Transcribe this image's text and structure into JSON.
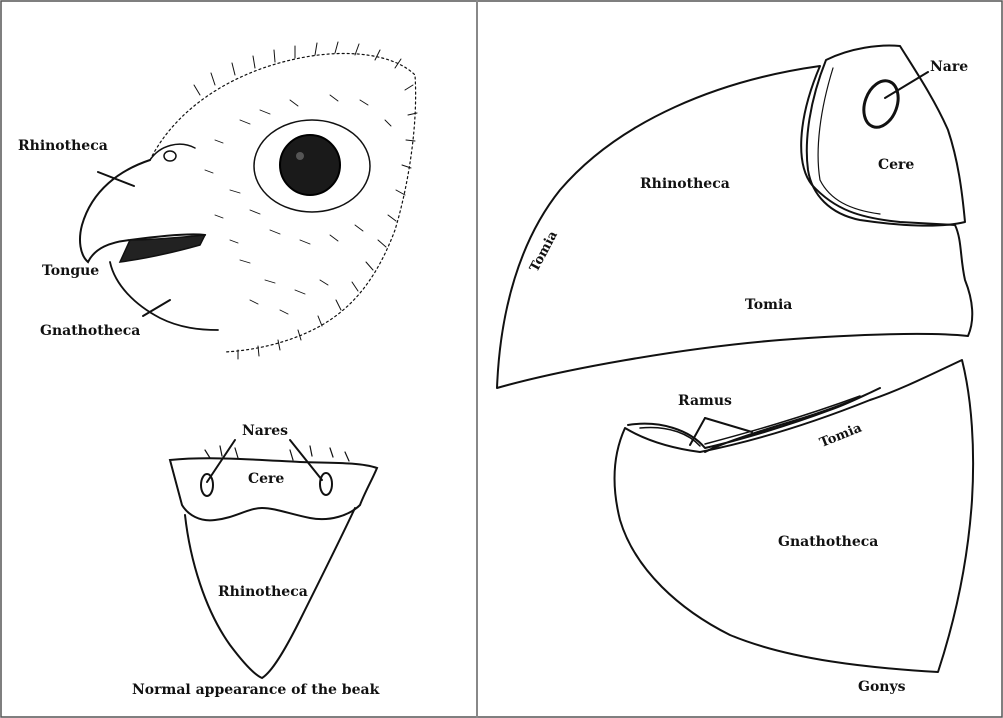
{
  "left_panel": {
    "head_labels": {
      "rhinotheca": "Rhinotheca",
      "tongue": "Tongue",
      "gnathotheca": "Gnathotheca"
    },
    "front_labels": {
      "nares": "Nares",
      "cere": "Cere",
      "rhinotheca": "Rhinotheca"
    },
    "caption": "Normal appearance of the beak"
  },
  "right_panel": {
    "upper_labels": {
      "nare": "Nare",
      "cere": "Cere",
      "rhinotheca": "Rhinotheca",
      "tomia_side": "Tomia",
      "tomia_bottom": "Tomia"
    },
    "lower_labels": {
      "ramus": "Ramus",
      "tomia": "Tomia",
      "gnathotheca": "Gnathotheca",
      "gonys": "Gonys"
    }
  },
  "colors": {
    "line": "#111111",
    "frame": "#888888",
    "background": "#ffffff"
  }
}
